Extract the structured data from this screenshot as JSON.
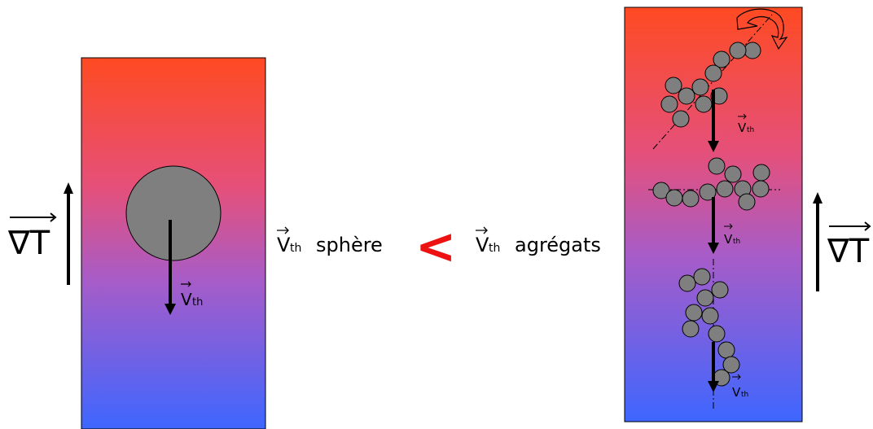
{
  "left_panel": {
    "grad_label": "∇T",
    "vth_label": "V",
    "vth_sub": "th"
  },
  "right_panel": {
    "grad_label": "∇T",
    "vth_label": "V",
    "vth_sub": "th"
  },
  "comparison": {
    "left_text": "V",
    "left_sub": "th",
    "left_word": "sphère",
    "operator": "<",
    "right_text": "V",
    "right_sub": "th",
    "right_word": "agrégats"
  },
  "colors": {
    "hot": "#ff4a22",
    "mid": "#e04f7a",
    "purple": "#9a5fd0",
    "cold": "#3e66ff",
    "particle": "#7f7f7f",
    "operator": "#ee1111"
  }
}
